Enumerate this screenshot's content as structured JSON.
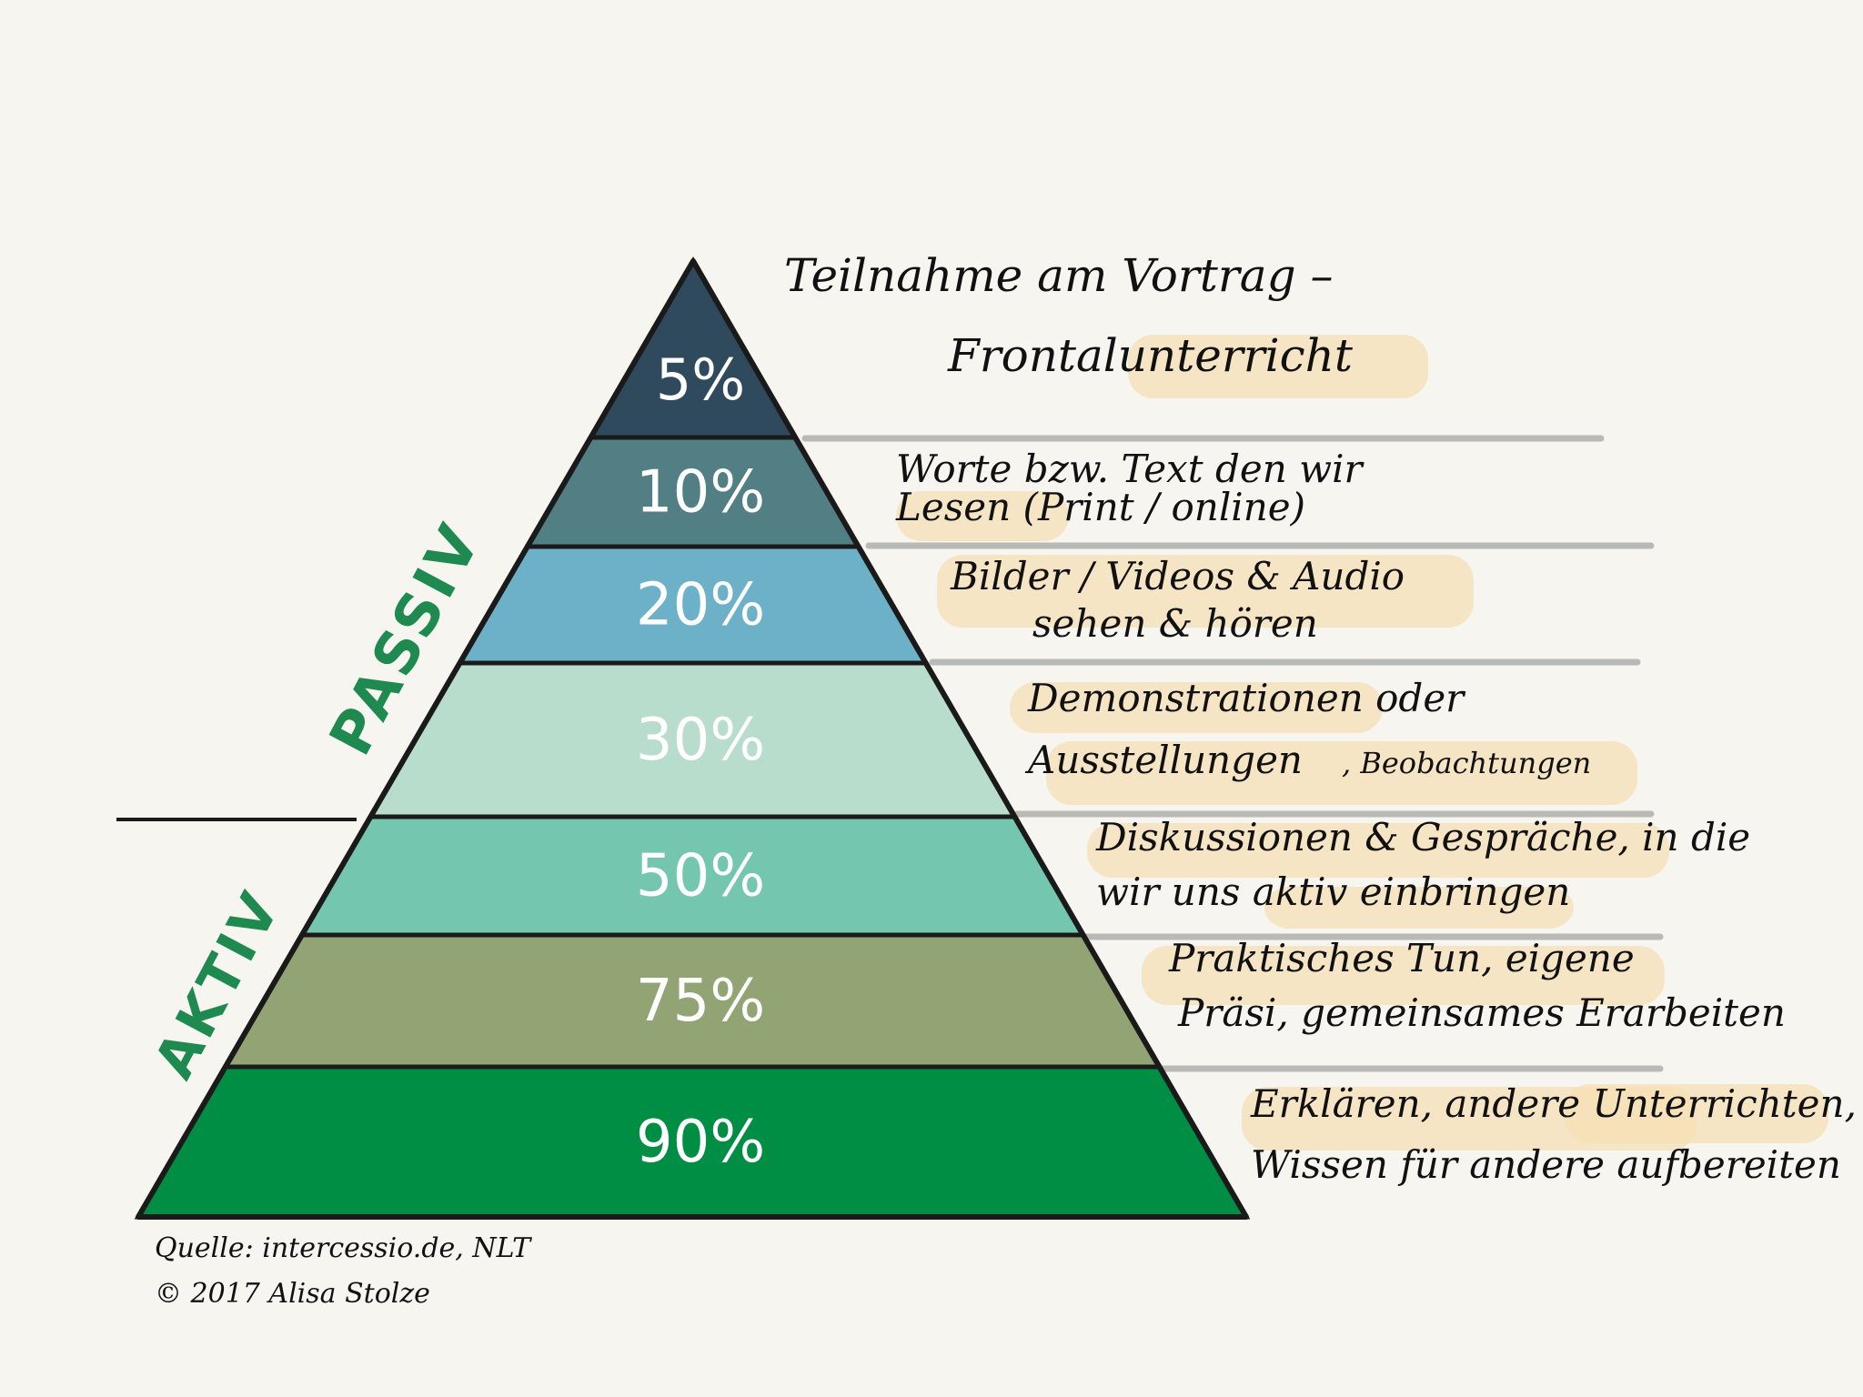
{
  "colors": {
    "background": "#f6f5f0",
    "outline": "#1a1a1a",
    "highlight": "#f5dfb6",
    "side_label": "#1e8a4f",
    "separator": "#b9b9b6"
  },
  "levels": [
    {
      "percent": "5%",
      "color": "#2f4a5c",
      "lines": [
        "Teilnahme am Vortrag –",
        "Frontalunterricht"
      ]
    },
    {
      "percent": "10%",
      "color": "#527f83",
      "lines": [
        "Worte bzw. Text den wir",
        "Lesen   (Print / online)"
      ]
    },
    {
      "percent": "20%",
      "color": "#6cb1c8",
      "lines": [
        "Bilder / Videos & Audio",
        "sehen & hören"
      ]
    },
    {
      "percent": "30%",
      "color": "#b9ddcc",
      "lines": [
        "Demonstrationen oder",
        "Ausstellungen"
      ],
      "extra": ", Beobachtungen"
    },
    {
      "percent": "50%",
      "color": "#74c7ae",
      "lines": [
        "Diskussionen & Gespräche, in die",
        "wir uns aktiv einbringen"
      ]
    },
    {
      "percent": "75%",
      "color": "#93a474",
      "lines": [
        "Praktisches Tun, eigene",
        "Präsi, gemeinsames Erarbeiten"
      ]
    },
    {
      "percent": "90%",
      "color": "#008e45",
      "lines": [
        "Erklären, andere Unterrichten,",
        "Wissen für andere aufbereiten"
      ]
    }
  ],
  "side_labels": {
    "passive": "PASSIV",
    "active": "AKTIV"
  },
  "footer": {
    "source": "Quelle: intercessio.de, NLT",
    "copyright": "© 2017 Alisa Stolze"
  }
}
